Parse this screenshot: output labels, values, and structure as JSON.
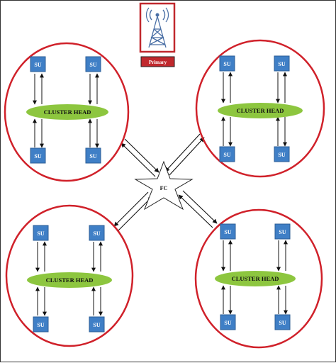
{
  "primary": {
    "label": "Primary",
    "icon": "radio-tower-icon"
  },
  "fusion_center": {
    "label": "FC"
  },
  "clusters": [
    {
      "head": "CLUSTER HEAD",
      "units": [
        "SU",
        "SU",
        "SU",
        "SU"
      ]
    },
    {
      "head": "CLUSTER HEAD",
      "units": [
        "SU",
        "SU",
        "SU",
        "SU"
      ]
    },
    {
      "head": "CLUSTER HEAD",
      "units": [
        "SU",
        "SU",
        "SU",
        "SU"
      ]
    },
    {
      "head": "CLUSTER HEAD",
      "units": [
        "SU",
        "SU",
        "SU",
        "SU"
      ]
    }
  ],
  "colors": {
    "cluster_border": "#d0212a",
    "su_fill": "#3f7fc6",
    "head_fill": "#8dc63f",
    "primary_border": "#c0282d",
    "primary_label_bg": "#c0282d",
    "tower": "#4a6fa5"
  }
}
